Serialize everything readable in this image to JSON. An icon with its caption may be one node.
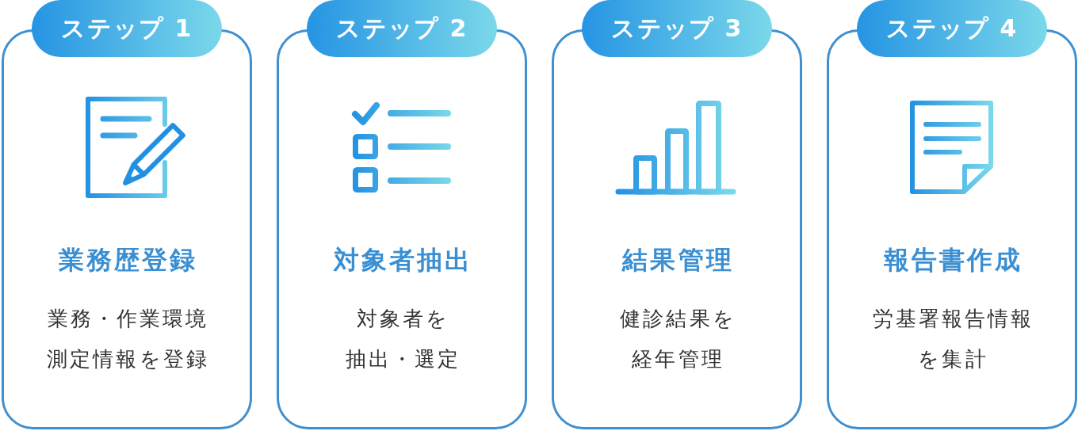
{
  "diagram": {
    "nodes": [
      {
        "text": [
          "ステップ 1"
        ]
      },
      {
        "text": [
          "業務歴登録",
          "業務・作業環境測定情報を登録"
        ]
      },
      {
        "text": [
          "ステップ 2"
        ]
      },
      {
        "text": [
          "対象者抽出",
          "対象者を抽出・選定"
        ]
      },
      {
        "text": [
          "ステップ 3"
        ]
      },
      {
        "text": [
          "結果管理",
          "健診結果を経年管理"
        ]
      },
      {
        "text": [
          "ステップ 4"
        ]
      },
      {
        "text": [
          "報告書作成",
          "労基署報告情報を集計"
        ]
      }
    ]
  }
}
